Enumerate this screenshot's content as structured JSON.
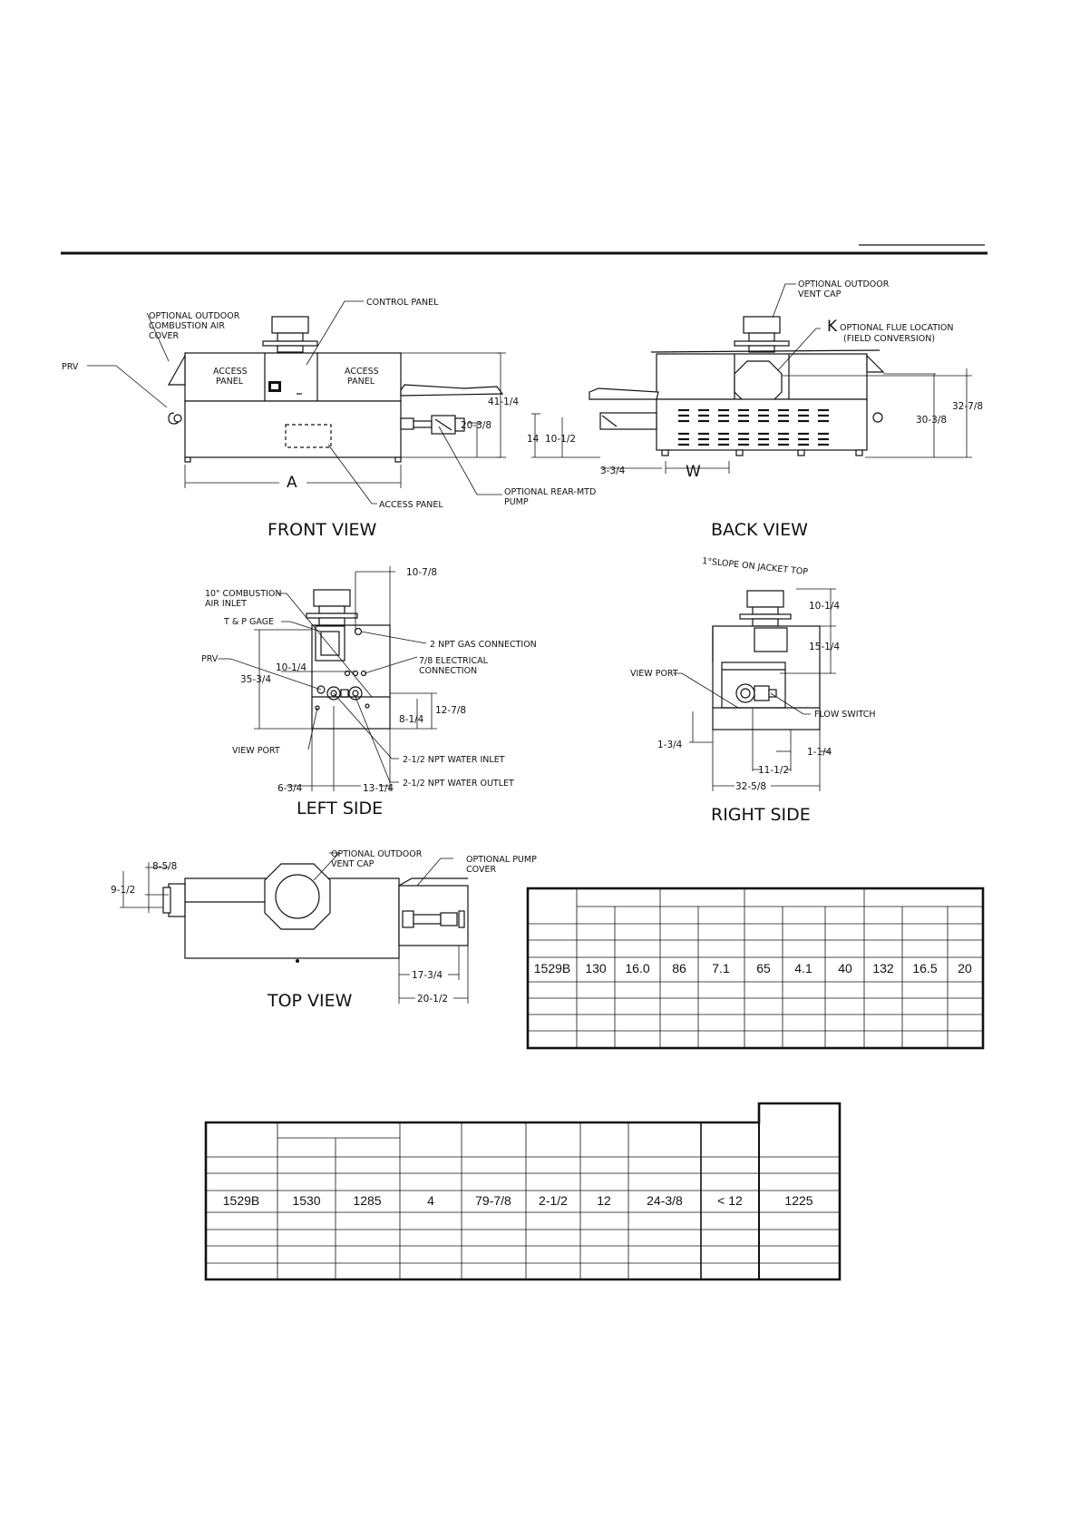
{
  "drawing": {
    "view_titles": {
      "front": "FRONT VIEW",
      "back": "BACK VIEW",
      "left": "LEFT SIDE",
      "right": "RIGHT SIDE",
      "top": "TOP VIEW"
    },
    "front": {
      "vent_cover_1": "OPTIONAL OUTDOOR",
      "vent_cover_2": "COMBUSTION AIR",
      "vent_cover_3": "COVER",
      "prv": "PRV",
      "control_panel": "CONTROL PANEL",
      "access_1a": "ACCESS",
      "access_1b": "PANEL",
      "access_2a": "ACCESS",
      "access_2b": "PANEL",
      "access_bottom": "ACCESS PANEL",
      "dim_a": "A",
      "dim_h1": "41-1/4",
      "dim_h2": "20-3/8",
      "pump_1": "OPTIONAL REAR-MTD",
      "pump_2": "PUMP"
    },
    "back": {
      "vent_cap_1": "OPTIONAL OUTDOOR",
      "vent_cap_2": "VENT CAP",
      "k": "K",
      "flue_1": "OPTIONAL FLUE LOCATION",
      "flue_2": "(FIELD CONVERSION)",
      "dim_14": "14",
      "dim_10": "10-1/2",
      "dim_334": "3-3/4",
      "dim_w": "W",
      "dim_3038": "30-3/8",
      "dim_3278": "32-7/8"
    },
    "left": {
      "dim_top": "10-7/8",
      "comb_1": "10\" COMBUSTION",
      "comb_2": "AIR INLET",
      "tp": "T & P GAGE",
      "gas": "2 NPT GAS CONNECTION",
      "prv": "PRV",
      "dim_1014": "10-1/4",
      "elec_1": "7/8 ELECTRICAL",
      "elec_2": "CONNECTION",
      "dim_3534": "35-3/4",
      "dim_1278": "12-7/8",
      "dim_814": "8-1/4",
      "view_port": "VIEW PORT",
      "inlet": "2-1/2 NPT WATER INLET",
      "outlet": "2-1/2 NPT WATER OUTLET",
      "dim_634": "6-3/4",
      "dim_1314": "13-1/4"
    },
    "right": {
      "slope": "1°SLOPE ON JACKET TOP",
      "dim_1014": "10-1/4",
      "dim_1514": "15-1/4",
      "view_port": "VIEW PORT",
      "flow": "FLOW SWITCH",
      "dim_134a": "1-3/4",
      "dim_114": "1-1/4",
      "dim_1112": "11-1/2",
      "dim_3258": "32-5/8"
    },
    "top": {
      "dim_858": "8-5/8",
      "dim_912": "9-1/2",
      "vent_1": "OPTIONAL OUTDOOR",
      "vent_2": "VENT CAP",
      "pump_1": "OPTIONAL PUMP",
      "pump_2": "COVER",
      "dim_1734": "17-3/4",
      "dim_2012": "20-1/2"
    }
  },
  "table1": {
    "model": "1529B",
    "values": [
      "130",
      "16.0",
      "86",
      "7.1",
      "65",
      "4.1",
      "40",
      "132",
      "16.5",
      "20"
    ]
  },
  "table2": {
    "model": "1529B",
    "values": [
      "1530",
      "1285",
      "4",
      "79-7/8",
      "2-1/2",
      "12",
      "24-3/8",
      "< 12",
      "1225"
    ]
  }
}
